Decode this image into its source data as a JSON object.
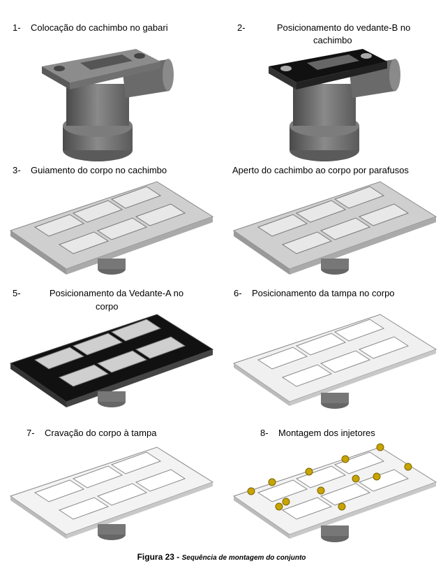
{
  "steps": [
    {
      "num": "1-",
      "text": "Colocação do cachimbo no gabari"
    },
    {
      "num": "2-",
      "text": "Posicionamento do vedante-B no",
      "text2": "cachimbo"
    },
    {
      "num": "3-",
      "text": "Guiamento do corpo no cachimbo"
    },
    {
      "num": "",
      "text": "Aperto do cachimbo ao corpo por parafusos"
    },
    {
      "num": "5-",
      "text": "Posicionamento da Vedante-A no",
      "text2": "corpo"
    },
    {
      "num": "6-",
      "text": "Posicionamento da tampa no corpo"
    },
    {
      "num": "7-",
      "text": "Cravação do corpo à tampa"
    },
    {
      "num": "8-",
      "text": "Montagem dos injetores"
    }
  ],
  "caption": {
    "label": "Figura 23 -",
    "description": "Sequência de montagem do conjunto"
  },
  "colors": {
    "metal_dark": "#6e6e6e",
    "metal_light": "#d4d4d4",
    "gasket": "#111111",
    "injector": "#c8a400"
  }
}
